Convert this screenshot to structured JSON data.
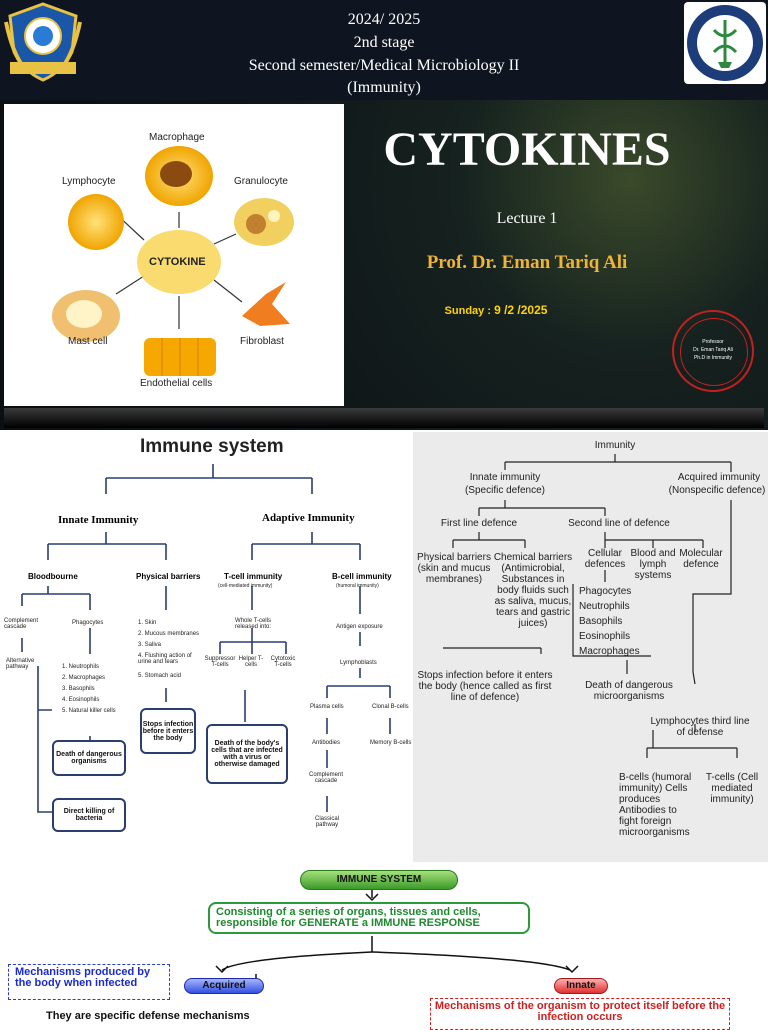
{
  "header": {
    "year": "2024/ 2025",
    "stage": "2nd stage",
    "course": "Second semester/Medical Microbiology II",
    "subject": "(Immunity)"
  },
  "slide": {
    "title": "CYTOKINES",
    "lecture": "Lecture 1",
    "professor": "Prof. Dr. Eman Tariq Ali",
    "date_label": "Sunday : ",
    "date_value": "9 /2 /2025",
    "stamp_line1": "Professor",
    "stamp_line2": "Dr. Eman Tariq Ali",
    "stamp_line3": "Ph.D in Immunity",
    "colors": {
      "title": "#ffffff",
      "professor": "#f2b233",
      "date": "#ffd400"
    }
  },
  "cytokine_diagram": {
    "center": "CYTOKINE",
    "macrophage": "Macrophage",
    "lymphocyte": "Lymphocyte",
    "granulocyte": "Granulocyte",
    "mast_cell": "Mast cell",
    "fibroblast": "Fibroblast",
    "endothelial": "Endothelial cells"
  },
  "immune_left": {
    "title": "Immune system",
    "innate": "Innate Immunity",
    "adaptive": "Adaptive Immunity",
    "bloodbourne": "Bloodbourne",
    "physical": "Physical barriers",
    "tcell": "T-cell immunity",
    "tcell_sub": "(cell-mediated immunity)",
    "bcell": "B-cell immunity",
    "bcell_sub": "(humoral immunity)",
    "complement": "Complement cascade",
    "phagocytes": "Phagocytes",
    "alternative": "Alternative pathway",
    "phago_list": [
      "1. Neutrophils",
      "2. Macrophages",
      "3. Basophils",
      "4. Eosinophils",
      "5. Natural killer cells"
    ],
    "barrier_list": [
      "1. Skin",
      "2. Mucous membranes",
      "3. Saliva",
      "4. Flushing action of urine and tears",
      "5. Stomach acid"
    ],
    "whole_t": "Whole T-cells released into:",
    "suppressor": "Suppressor T-cells",
    "helper": "Helper T-cells",
    "cytotoxic": "Cytotoxic T-cells",
    "antigen": "Antigen exposure",
    "lymphoblasts": "Lymphoblasts",
    "plasma": "Plasma cells",
    "clonal": "Clonal B-cells",
    "antibodies": "Antibodies",
    "memory": "Memory B-cells",
    "complement_cascade": "Complement cascade",
    "classical": "Classical pathway",
    "box_stops": "Stops infection before it enters the body",
    "box_death": "Death of dangerous organisms",
    "box_direct": "Direct killing of bacteria",
    "box_tdeath": "Death of the body's cells that are infected with a virus or otherwise damaged"
  },
  "immune_right": {
    "root": "Immunity",
    "innate": "Innate immunity",
    "innate_sub": "(Specific defence)",
    "acquired": "Acquired immunity",
    "acquired_sub": "(Nonspecific defence)",
    "first_line": "First line defence",
    "second_line": "Second line of defence",
    "physical": "Physical barriers (skin and mucus membranes)",
    "chemical": "Chemical barriers (Antimicrobial, Substances in body fluids such as saliva, mucus, tears and gastric juices)",
    "cellular": "Cellular defences",
    "blood": "Blood and lymph systems",
    "molecular": "Molecular defence",
    "cell_list": [
      "Phagocytes",
      "Neutrophils",
      "Basophils",
      "Eosinophils",
      "Macrophages"
    ],
    "stops": "Stops infection before it enters the body (hence called as first line of defence)",
    "death": "Death of dangerous microorganisms",
    "lymphocytes": "Lymphocytes third line of defense",
    "bcells": "B-cells (humoral immunity) Cells produces Antibodies to fight foreign microorganisms",
    "tcells": "T-cells (Cell mediated immunity)"
  },
  "bottom": {
    "immune_system": "IMMUNE SYSTEM",
    "consisting": "Consisting of a series of organs, tissues and cells, responsible for GENERATE a IMMUNE RESPONSE",
    "mechanisms": "Mechanisms produced by the body when infected",
    "acquired": "Acquired",
    "innate": "Innate",
    "specific": "They are specific defense mechanisms",
    "protect": "Mechanisms of the organism to protect itself before the infection occurs"
  }
}
